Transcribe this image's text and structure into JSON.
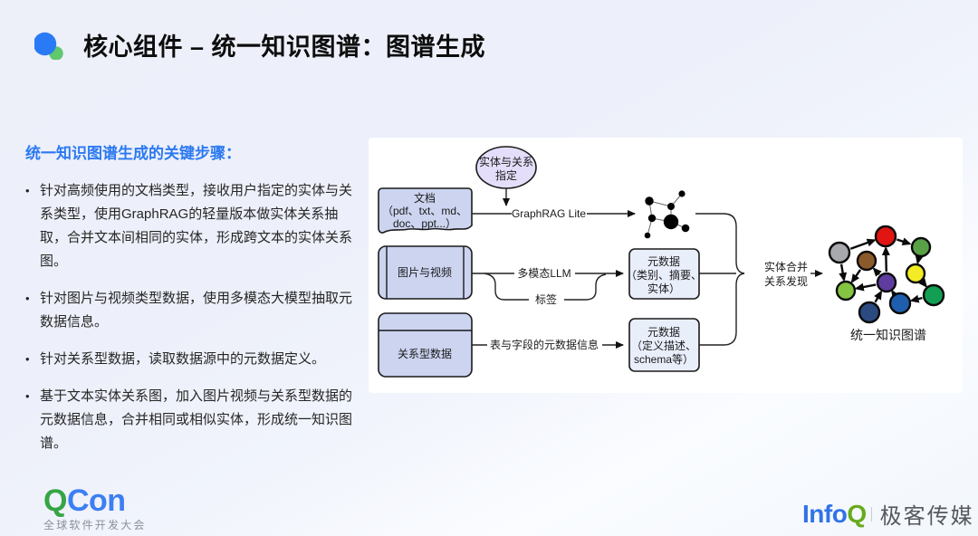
{
  "header": {
    "title": "核心组件 – 统一知识图谱：图谱生成"
  },
  "left_panel": {
    "heading": "统一知识图谱生成的关键步骤：",
    "bullets": [
      "针对高频使用的文档类型，接收用户指定的实体与关系类型，使用GraphRAG的轻量版本做实体关系抽取，合并文本间相同的实体，形成跨文本的实体关系图。",
      "针对图片与视频类型数据，使用多模态大模型抽取元数据信息。",
      "针对关系型数据，读取数据源中的元数据定义。",
      "基于文本实体关系图，加入图片视频与关系型数据的元数据信息，合并相同或相似实体，形成统一知识图谱。"
    ]
  },
  "diagram": {
    "entity_relation_spec": {
      "line1": "实体与关系",
      "line2": "指定"
    },
    "doc_node": {
      "line1": "文档",
      "line2": "（pdf、txt、md、",
      "line3": "doc、ppt...）"
    },
    "graphrag_label": "GraphRAG Lite",
    "image_video_node": "图片与视频",
    "multimodal_label": "多模态LLM",
    "tag_label": "标签",
    "metadata_media": {
      "line1": "元数据",
      "line2": "（类别、摘要、",
      "line3": "实体）"
    },
    "relational_node": "关系型数据",
    "table_field_label": "表与字段的元数据信息",
    "metadata_relational": {
      "line1": "元数据",
      "line2": "（定义描述、",
      "line3": "schema等）"
    },
    "merge_label": {
      "line1": "实体合并",
      "line2": "关系发现"
    },
    "unified_graph_label": "统一知识图谱",
    "shape_colors": {
      "source_fill": "#ccd4f0",
      "metadata_fill": "#e9eefb",
      "spec_fill": "#e4defa",
      "stroke": "#1a1a1a"
    },
    "unified_node_colors": {
      "red": "#e11512",
      "gray": "#a7a9ac",
      "brown": "#8a5a2a",
      "green_top": "#58a146",
      "yellow": "#f3ec25",
      "purple": "#5f3da0",
      "light_green": "#85c440",
      "green_right": "#129e53",
      "blue": "#1f5dad",
      "dark_blue": "#2a4a80"
    }
  },
  "footer": {
    "qcon": {
      "q": "Q",
      "con": "Con",
      "q_color": "#36a546",
      "con_color": "#3d7ff2",
      "subtitle": "全球软件开发大会"
    },
    "infoq": {
      "info": "Info",
      "q": "Q",
      "info_color": "#3173e6",
      "q_color": "#67aa1c",
      "media": "极客传媒"
    }
  }
}
